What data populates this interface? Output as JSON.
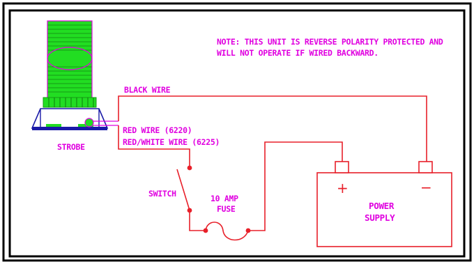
{
  "note": {
    "line1": "NOTE: THIS UNIT IS REVERSE POLARITY PROTECTED AND",
    "line2": "WILL NOT OPERATE IF WIRED BACKWARD."
  },
  "labels": {
    "black_wire": "BLACK WIRE",
    "red_wire": "RED WIRE (6220)",
    "red_white_wire": "RED/WHITE WIRE (6225)",
    "strobe": "STROBE",
    "switch": "SWITCH",
    "fuse_line1": "10 AMP",
    "fuse_line2": "FUSE",
    "power_line1": "POWER",
    "power_line2": "SUPPLY",
    "positive": "+",
    "negative": "−"
  },
  "colors": {
    "wire": "#e8202a",
    "label": "#e000e0",
    "strobe_green": "#22dd22",
    "strobe_base": "#1a1aa8",
    "frame": "#000000"
  }
}
